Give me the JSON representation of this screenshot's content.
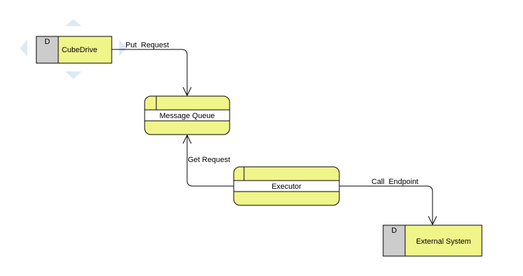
{
  "diagram": {
    "data_stores": [
      {
        "id": "cubedrive",
        "tag": "D",
        "label": "CubeDrive"
      },
      {
        "id": "external_system",
        "tag": "D",
        "label": "External System"
      }
    ],
    "processes": [
      {
        "id": "message_queue",
        "label": "Message Queue"
      },
      {
        "id": "executor",
        "label": "Executor"
      }
    ],
    "flows": [
      {
        "id": "put_request",
        "from": "cubedrive",
        "to": "message_queue",
        "label": "Put  Request"
      },
      {
        "id": "get_request",
        "from": "executor",
        "to": "message_queue",
        "label": "Get Request"
      },
      {
        "id": "call_endpoint",
        "from": "executor",
        "to": "external_system",
        "label": "Call  Endpoint"
      }
    ],
    "colors": {
      "node_fill": "#f0f58a",
      "tag_fill": "#cccccc",
      "stroke": "#000000",
      "selection_handle": "#dceaf6"
    }
  }
}
